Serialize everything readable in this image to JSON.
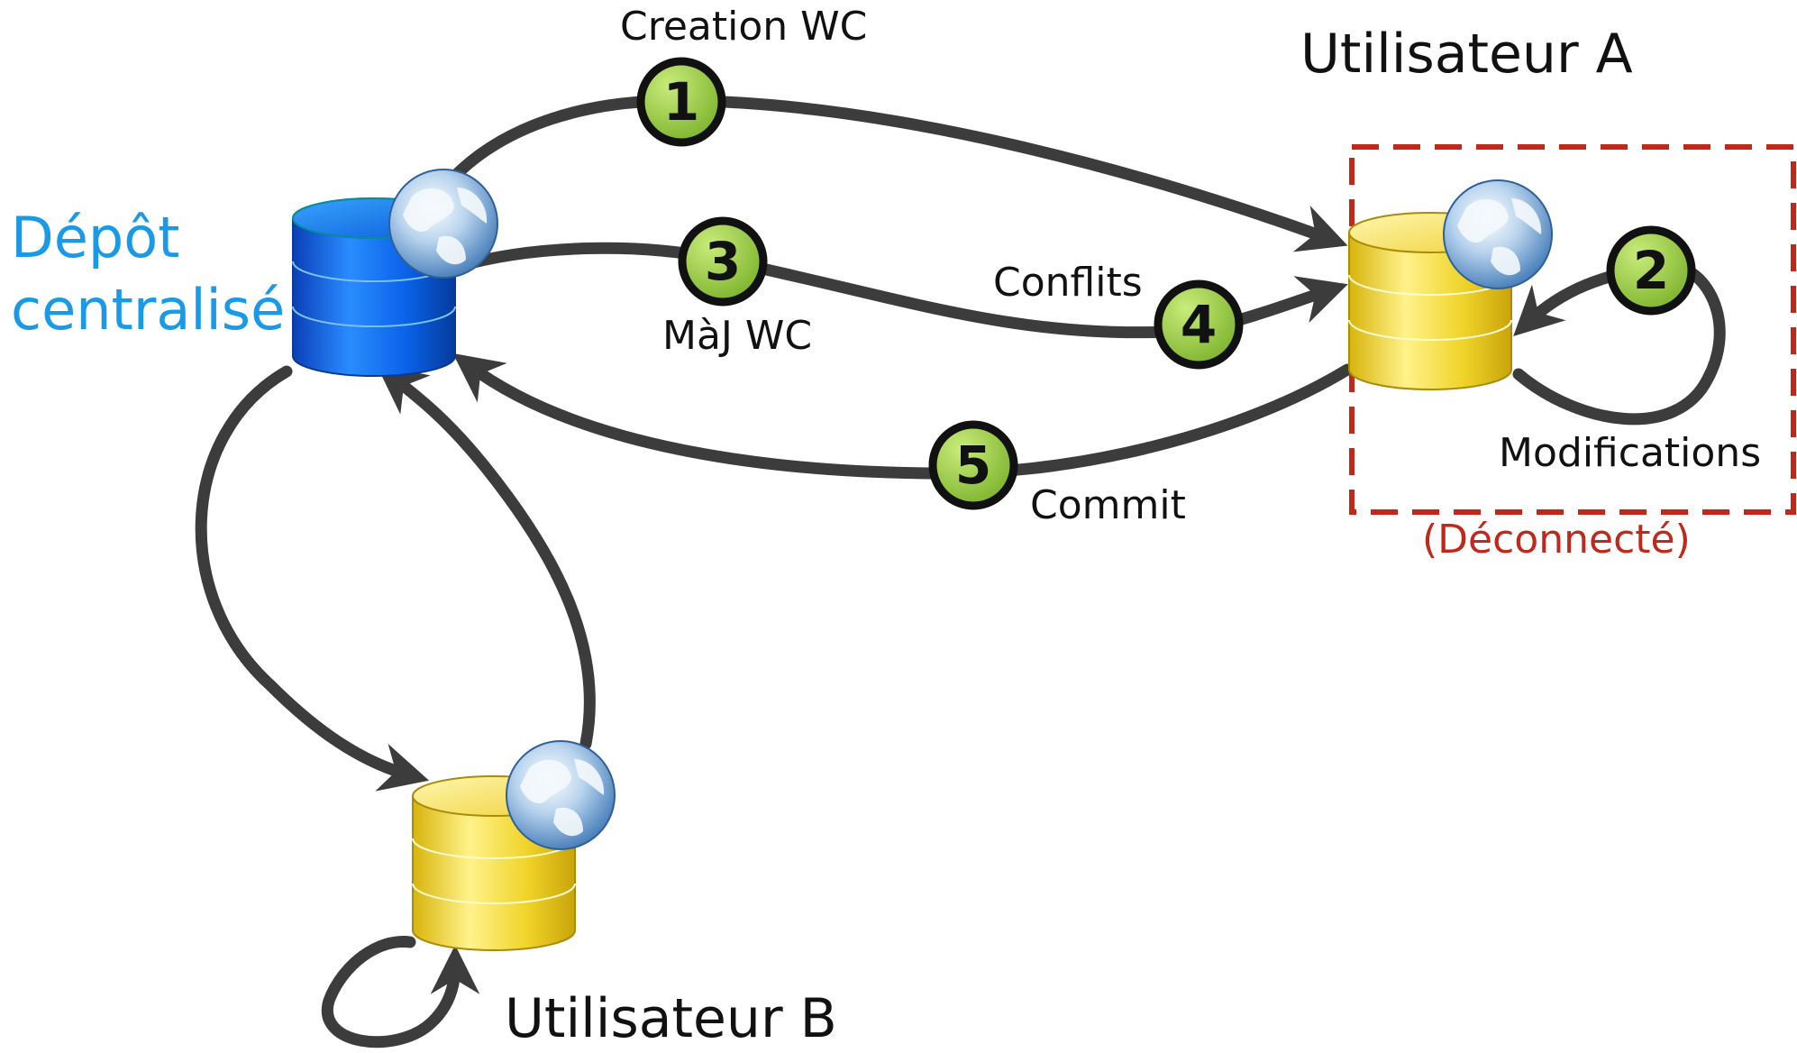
{
  "repository": {
    "title_line1": "Dépôt",
    "title_line2": "centralisé"
  },
  "users": {
    "user_a": "Utilisateur A",
    "user_b": "Utilisateur B"
  },
  "status": {
    "disconnected": "(Déconnecté)"
  },
  "steps": [
    {
      "number": "1",
      "label": "Creation WC"
    },
    {
      "number": "2",
      "label": "Modifications"
    },
    {
      "number": "3",
      "label": "MàJ WC"
    },
    {
      "number": "4",
      "label": "Conflits"
    },
    {
      "number": "5",
      "label": "Commit"
    }
  ],
  "colors": {
    "repository": "#0a63e0",
    "repository_text": "#1a9ae6",
    "user_db": "#f2d21c",
    "arrow": "#3c3c3c",
    "step_badge": "#8fc23a",
    "disconnected": "#c0281a"
  }
}
